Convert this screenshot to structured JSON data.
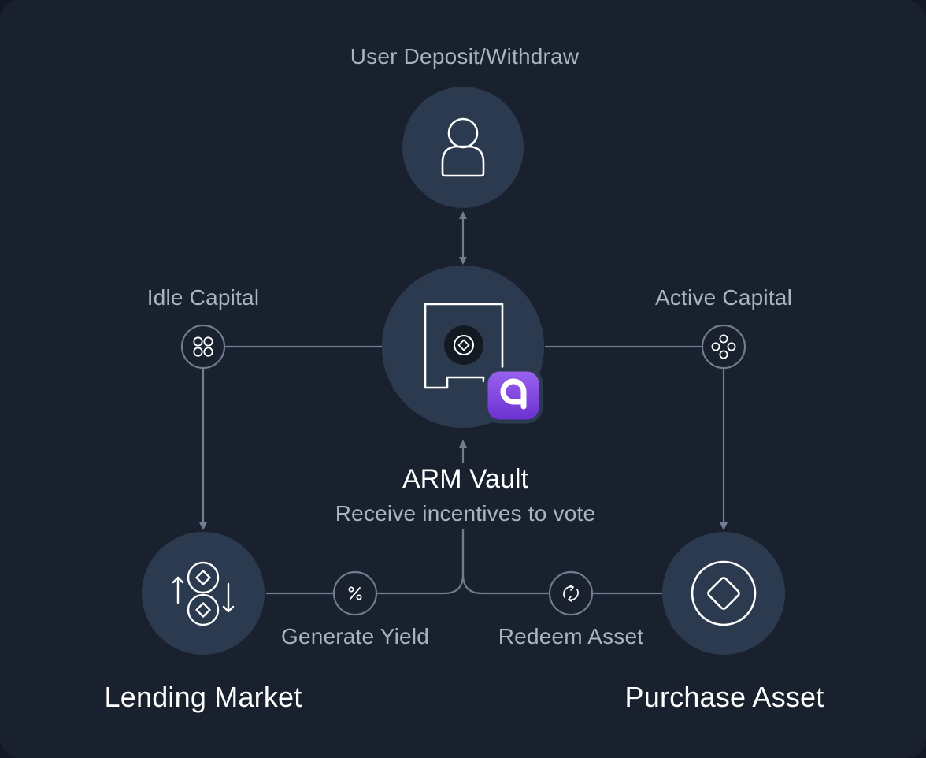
{
  "diagram": {
    "nodes": {
      "user": {
        "label": "User Deposit/Withdraw",
        "icon": "user-icon"
      },
      "vault": {
        "title": "ARM Vault",
        "subtitle": "Receive incentives to vote",
        "icon": "vault-icon",
        "badge_icon": "arm-logo-icon"
      },
      "idle": {
        "label": "Idle Capital",
        "icon": "four-circles-icon"
      },
      "active": {
        "label": "Active Capital",
        "icon": "circle-cluster-icon"
      },
      "lending": {
        "label": "Lending Market",
        "icon": "lending-coins-icon"
      },
      "purchase": {
        "label": "Purchase Asset",
        "icon": "diamond-icon"
      },
      "yield": {
        "label": "Generate Yield",
        "icon": "percent-icon"
      },
      "redeem": {
        "label": "Redeem Asset",
        "icon": "refresh-icon"
      }
    }
  },
  "colors": {
    "background": "#19202e",
    "node_fill": "#2c3a4f",
    "connector": "#6e7d90",
    "muted_text": "#a9b3c1",
    "badge_purple": "#8b4de8",
    "icon_stroke": "#ffffff"
  }
}
